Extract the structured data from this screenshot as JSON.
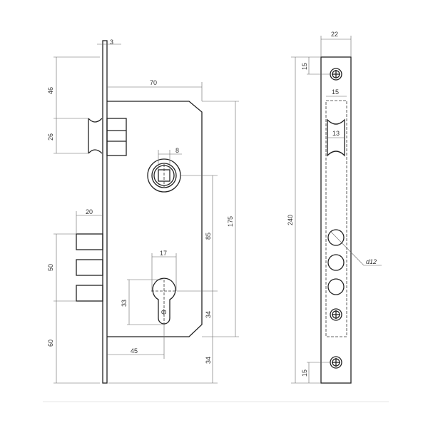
{
  "front_view": {
    "dims": {
      "faceplate_thickness": "3",
      "backset_body": "70",
      "top_to_latch": "46",
      "latch_height": "26",
      "spindle_square": "8",
      "deadbolt_projection": "20",
      "body_height": "175",
      "spindle_to_cylinder": "85",
      "deadbolt_span": "50",
      "cylinder_width": "17",
      "cylinder_height": "33",
      "cylinder_slot": "ф",
      "cylinder_to_bottom": "34",
      "bottom_extension": "34",
      "lower_to_bottom": "60",
      "backset": "45"
    }
  },
  "strike_plate": {
    "dims": {
      "width": "22",
      "top_screw": "15",
      "opening_width": "15",
      "latch_hole": "13",
      "length": "240",
      "hole_diameter": "d12",
      "bottom_screw": "15"
    }
  }
}
